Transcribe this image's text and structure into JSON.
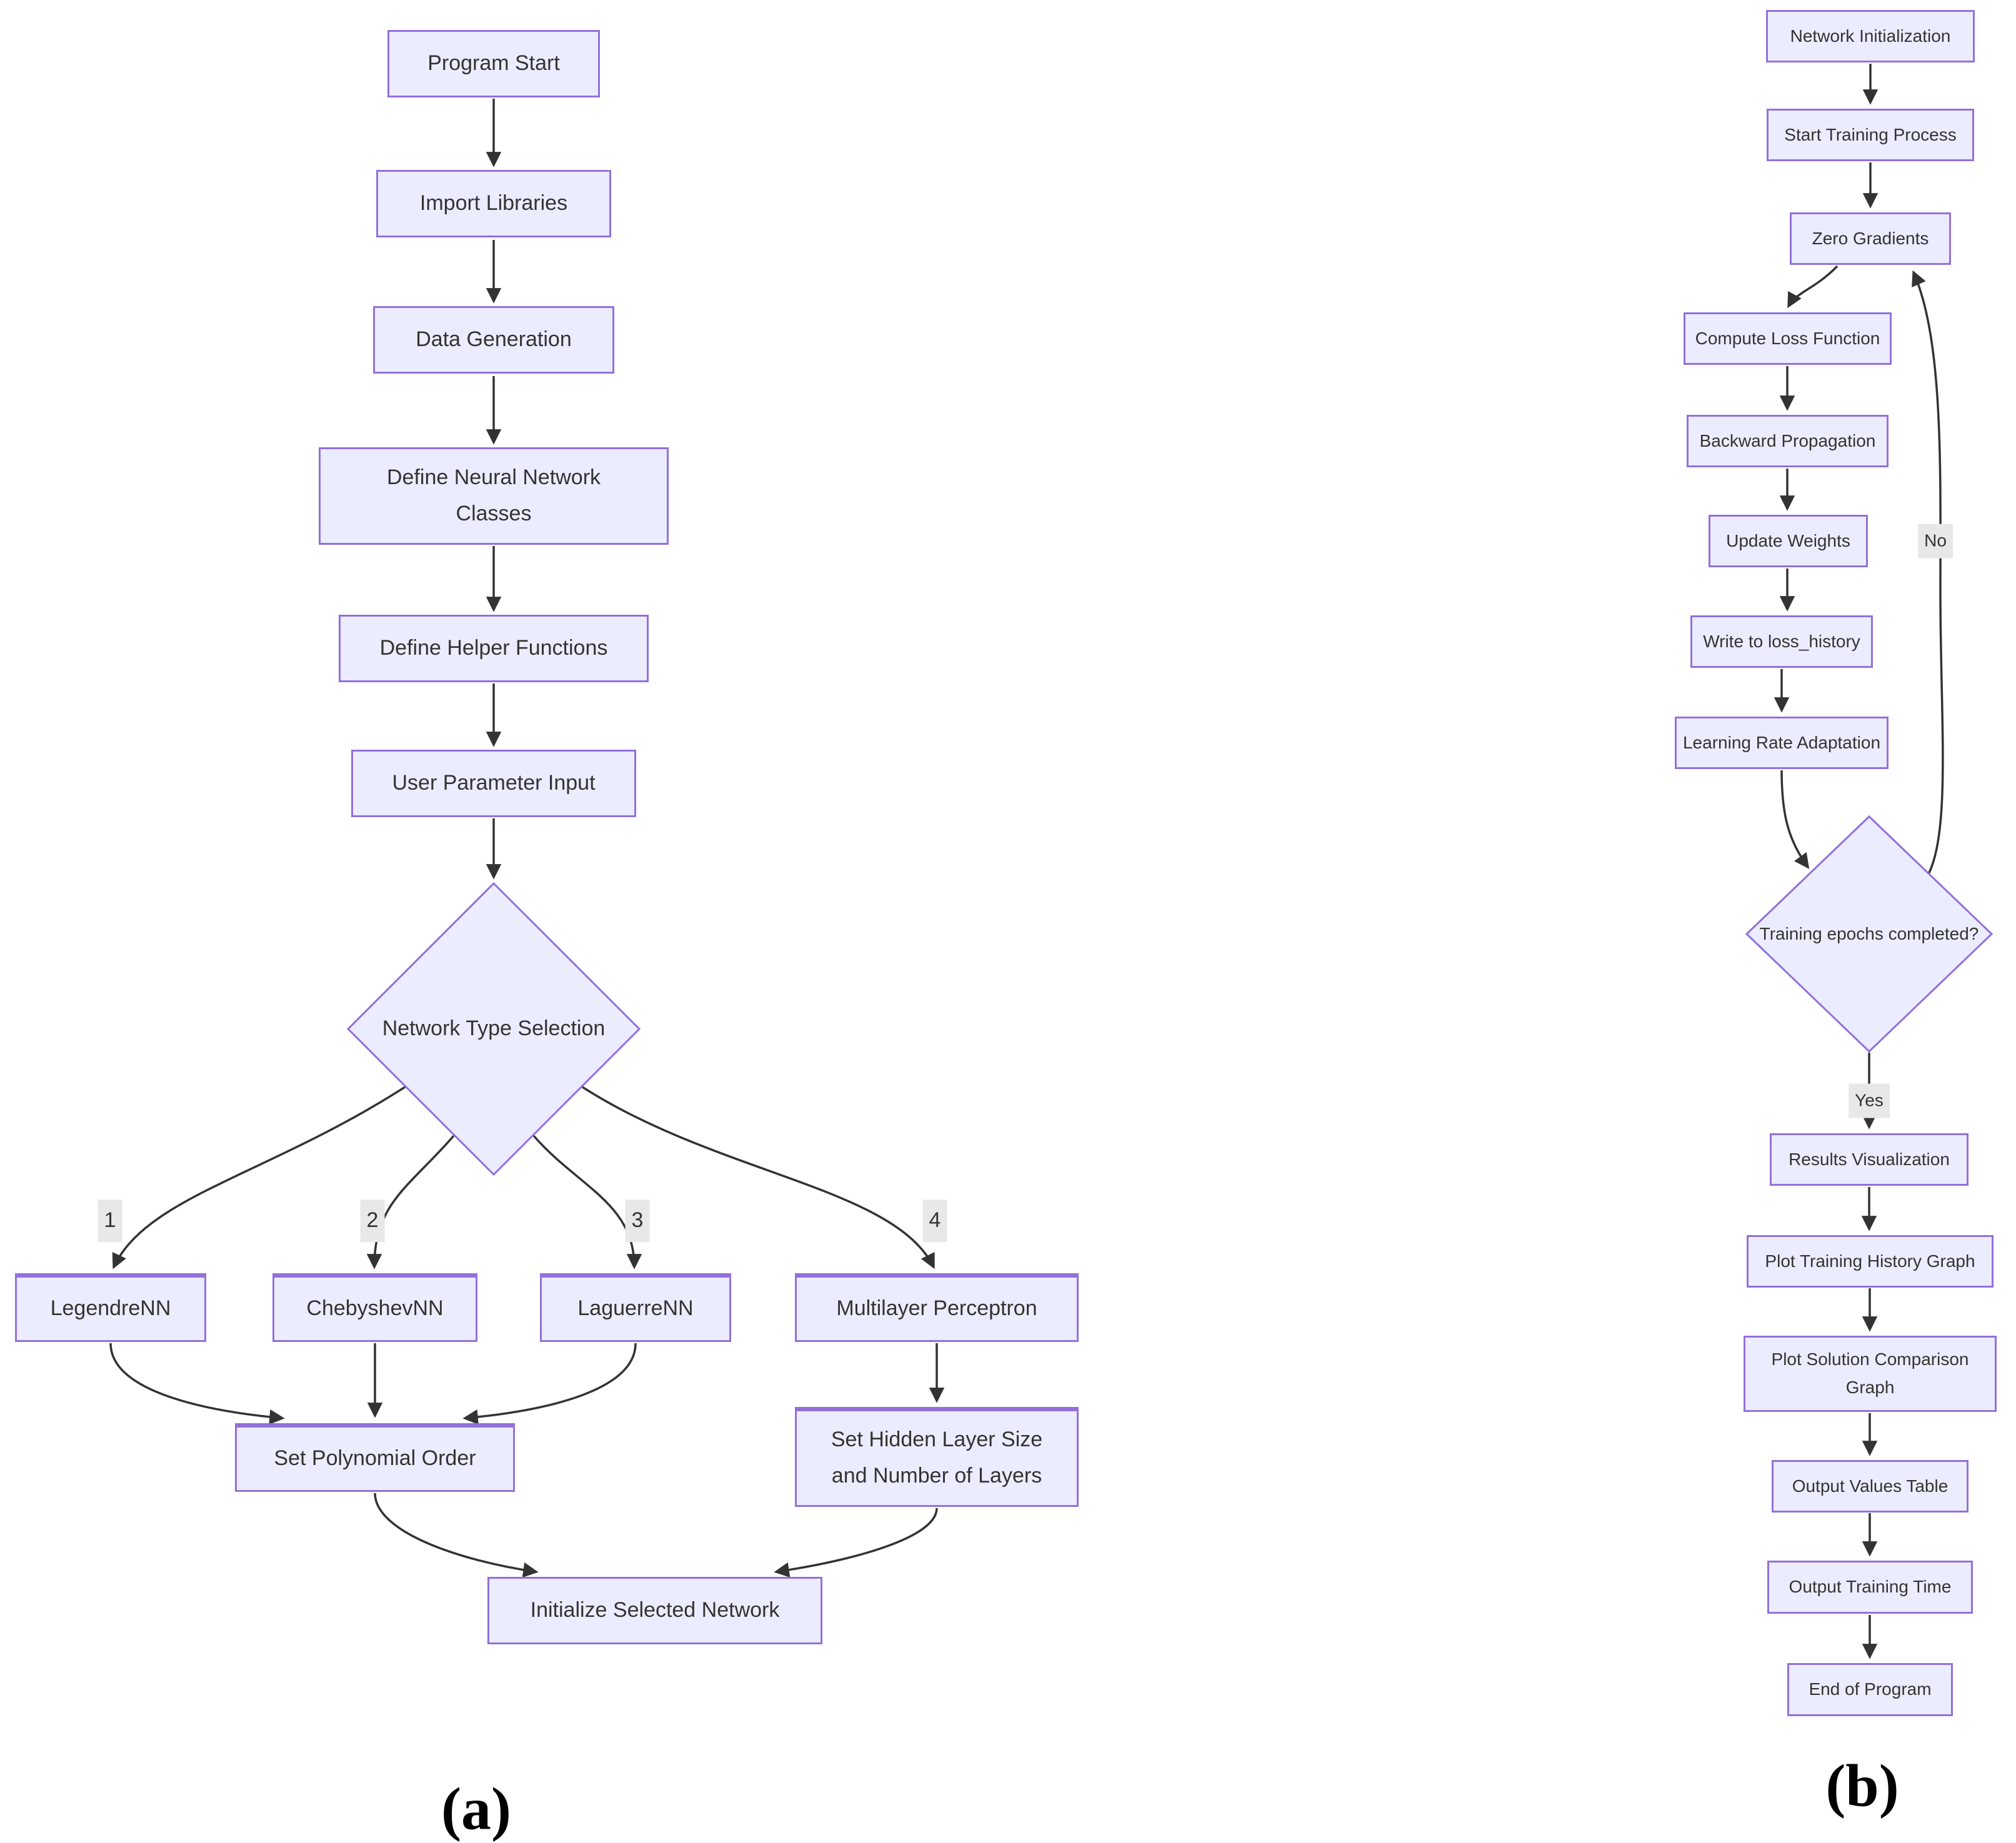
{
  "figure": {
    "caption_a": "(a)",
    "caption_b": "(b)"
  },
  "colors": {
    "node_fill": "#ECECFF",
    "node_border": "#9370DB",
    "edge": "#333333",
    "edge_label_bg": "#E8E8E8",
    "text": "#333333"
  },
  "flow_a": {
    "nodes": {
      "program_start": "Program Start",
      "import_libraries": "Import Libraries",
      "data_generation": "Data Generation",
      "define_nn_classes": "Define Neural Network\nClasses",
      "define_helper_functions": "Define Helper Functions",
      "user_parameter_input": "User Parameter Input",
      "network_type_selection": "Network Type Selection",
      "legendre_nn": "LegendreNN",
      "chebyshev_nn": "ChebyshevNN",
      "laguerre_nn": "LaguerreNN",
      "multilayer_perceptron": "Multilayer Perceptron",
      "set_polynomial_order": "Set Polynomial Order",
      "set_hidden_layer": "Set Hidden Layer Size\nand Number of Layers",
      "initialize_network": "Initialize Selected Network"
    },
    "edge_labels": {
      "branch1": "1",
      "branch2": "2",
      "branch3": "3",
      "branch4": "4"
    }
  },
  "flow_b": {
    "nodes": {
      "network_initialization": "Network Initialization",
      "start_training": "Start Training Process",
      "zero_gradients": "Zero Gradients",
      "compute_loss": "Compute Loss Function",
      "backward_propagation": "Backward Propagation",
      "update_weights": "Update Weights",
      "write_loss_history": "Write to loss_history",
      "learning_rate_adaptation": "Learning Rate Adaptation",
      "epochs_completed": "Training epochs completed?",
      "results_visualization": "Results Visualization",
      "plot_training_history": "Plot Training History Graph",
      "plot_solution_comparison": "Plot Solution Comparison\nGraph",
      "output_values_table": "Output Values Table",
      "output_training_time": "Output Training Time",
      "end_of_program": "End of Program"
    },
    "edge_labels": {
      "no": "No",
      "yes": "Yes"
    }
  }
}
